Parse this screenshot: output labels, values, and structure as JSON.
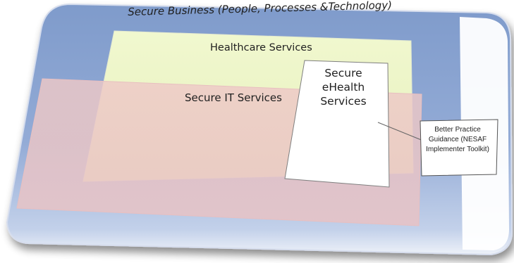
{
  "diagram": {
    "outer_label": "Secure Business (People, Processes &Technology)",
    "healthcare_label": "Healthcare Services",
    "it_label": "Secure IT Services",
    "ehealth_label": "Secure eHealth Services",
    "guidance_label": "Better Practice Guidance (NESAF Implementer Toolkit)"
  },
  "colors": {
    "business_fill": "#8fa8d4",
    "healthcare_fill": "#eff7cb",
    "it_fill": "#edc7c4",
    "ehealth_fill": "#ffffff",
    "callout_border": "#555555"
  }
}
